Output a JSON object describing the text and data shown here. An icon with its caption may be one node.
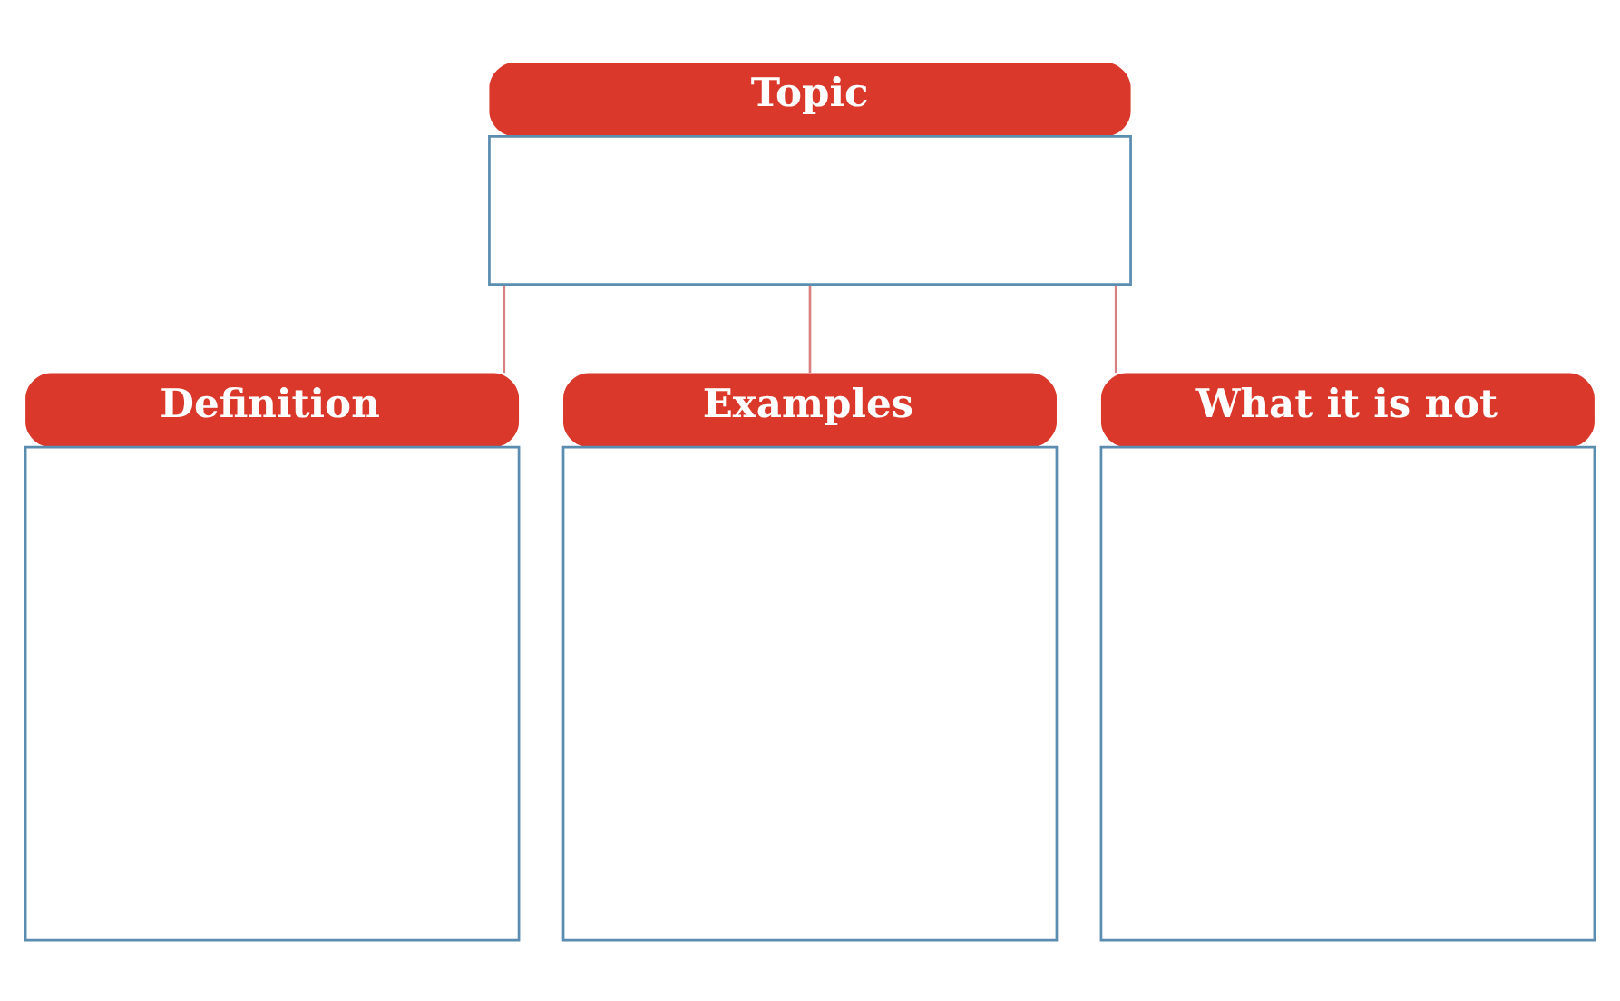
{
  "diagram": {
    "nodes": [
      {
        "text": [
          "Topic"
        ]
      },
      {
        "text": [
          "Definition"
        ]
      },
      {
        "text": [
          "Examples"
        ]
      },
      {
        "text": [
          "What it is not"
        ]
      }
    ],
    "edges": [
      {
        "from": 0,
        "to": 1,
        "arrow": "none"
      },
      {
        "from": 0,
        "to": 2,
        "arrow": "none"
      },
      {
        "from": 0,
        "to": 3,
        "arrow": "none"
      }
    ]
  }
}
